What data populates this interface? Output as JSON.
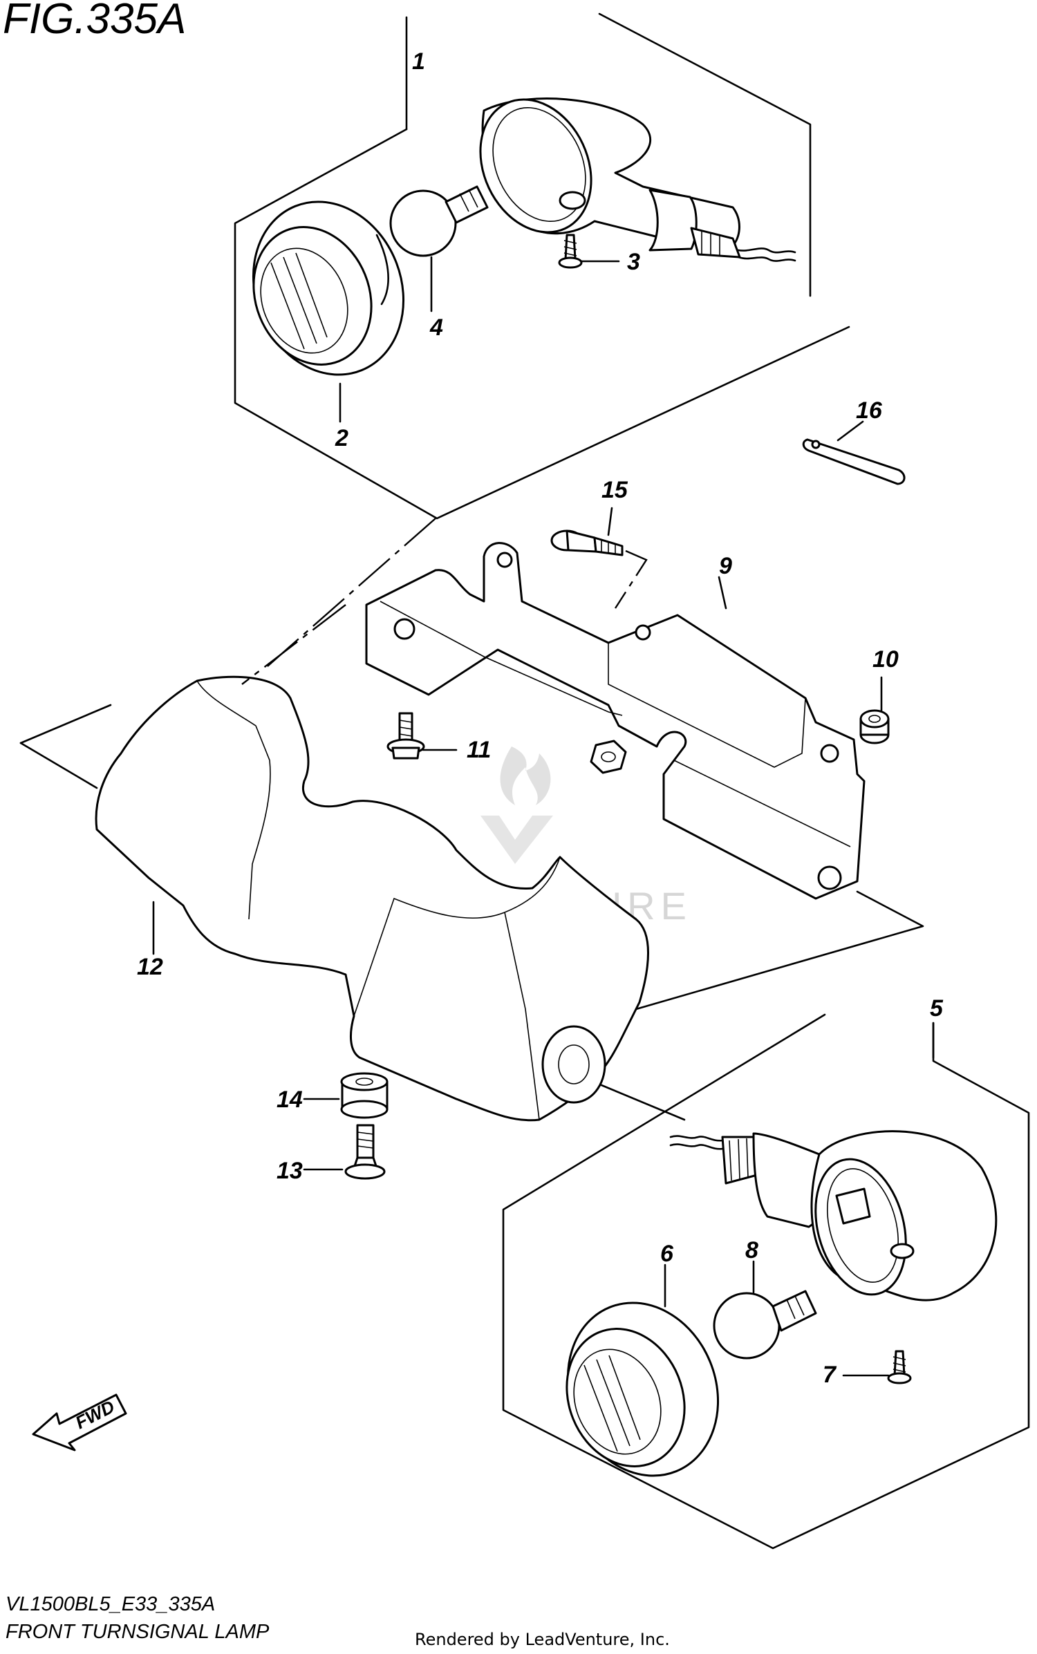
{
  "figure": {
    "title": "FIG.335A",
    "code": "VL1500BL5_E33_335A",
    "name": "FRONT TURNSIGNAL LAMP",
    "footer": "Rendered by LeadVenture, Inc.",
    "watermark": "LEADVENTURE",
    "fwd_label": "FWD"
  },
  "callouts": [
    {
      "id": "1",
      "part": "front-turnsignal-lamp-assy-right"
    },
    {
      "id": "2",
      "part": "lens"
    },
    {
      "id": "3",
      "part": "screw"
    },
    {
      "id": "4",
      "part": "bulb"
    },
    {
      "id": "5",
      "part": "front-turnsignal-lamp-assy-left"
    },
    {
      "id": "6",
      "part": "lens"
    },
    {
      "id": "7",
      "part": "screw"
    },
    {
      "id": "8",
      "part": "bulb"
    },
    {
      "id": "9",
      "part": "bracket"
    },
    {
      "id": "10",
      "part": "cushion"
    },
    {
      "id": "11",
      "part": "bolt"
    },
    {
      "id": "12",
      "part": "cover"
    },
    {
      "id": "13",
      "part": "bolt"
    },
    {
      "id": "14",
      "part": "cushion"
    },
    {
      "id": "15",
      "part": "bolt"
    },
    {
      "id": "16",
      "part": "clamp"
    }
  ]
}
